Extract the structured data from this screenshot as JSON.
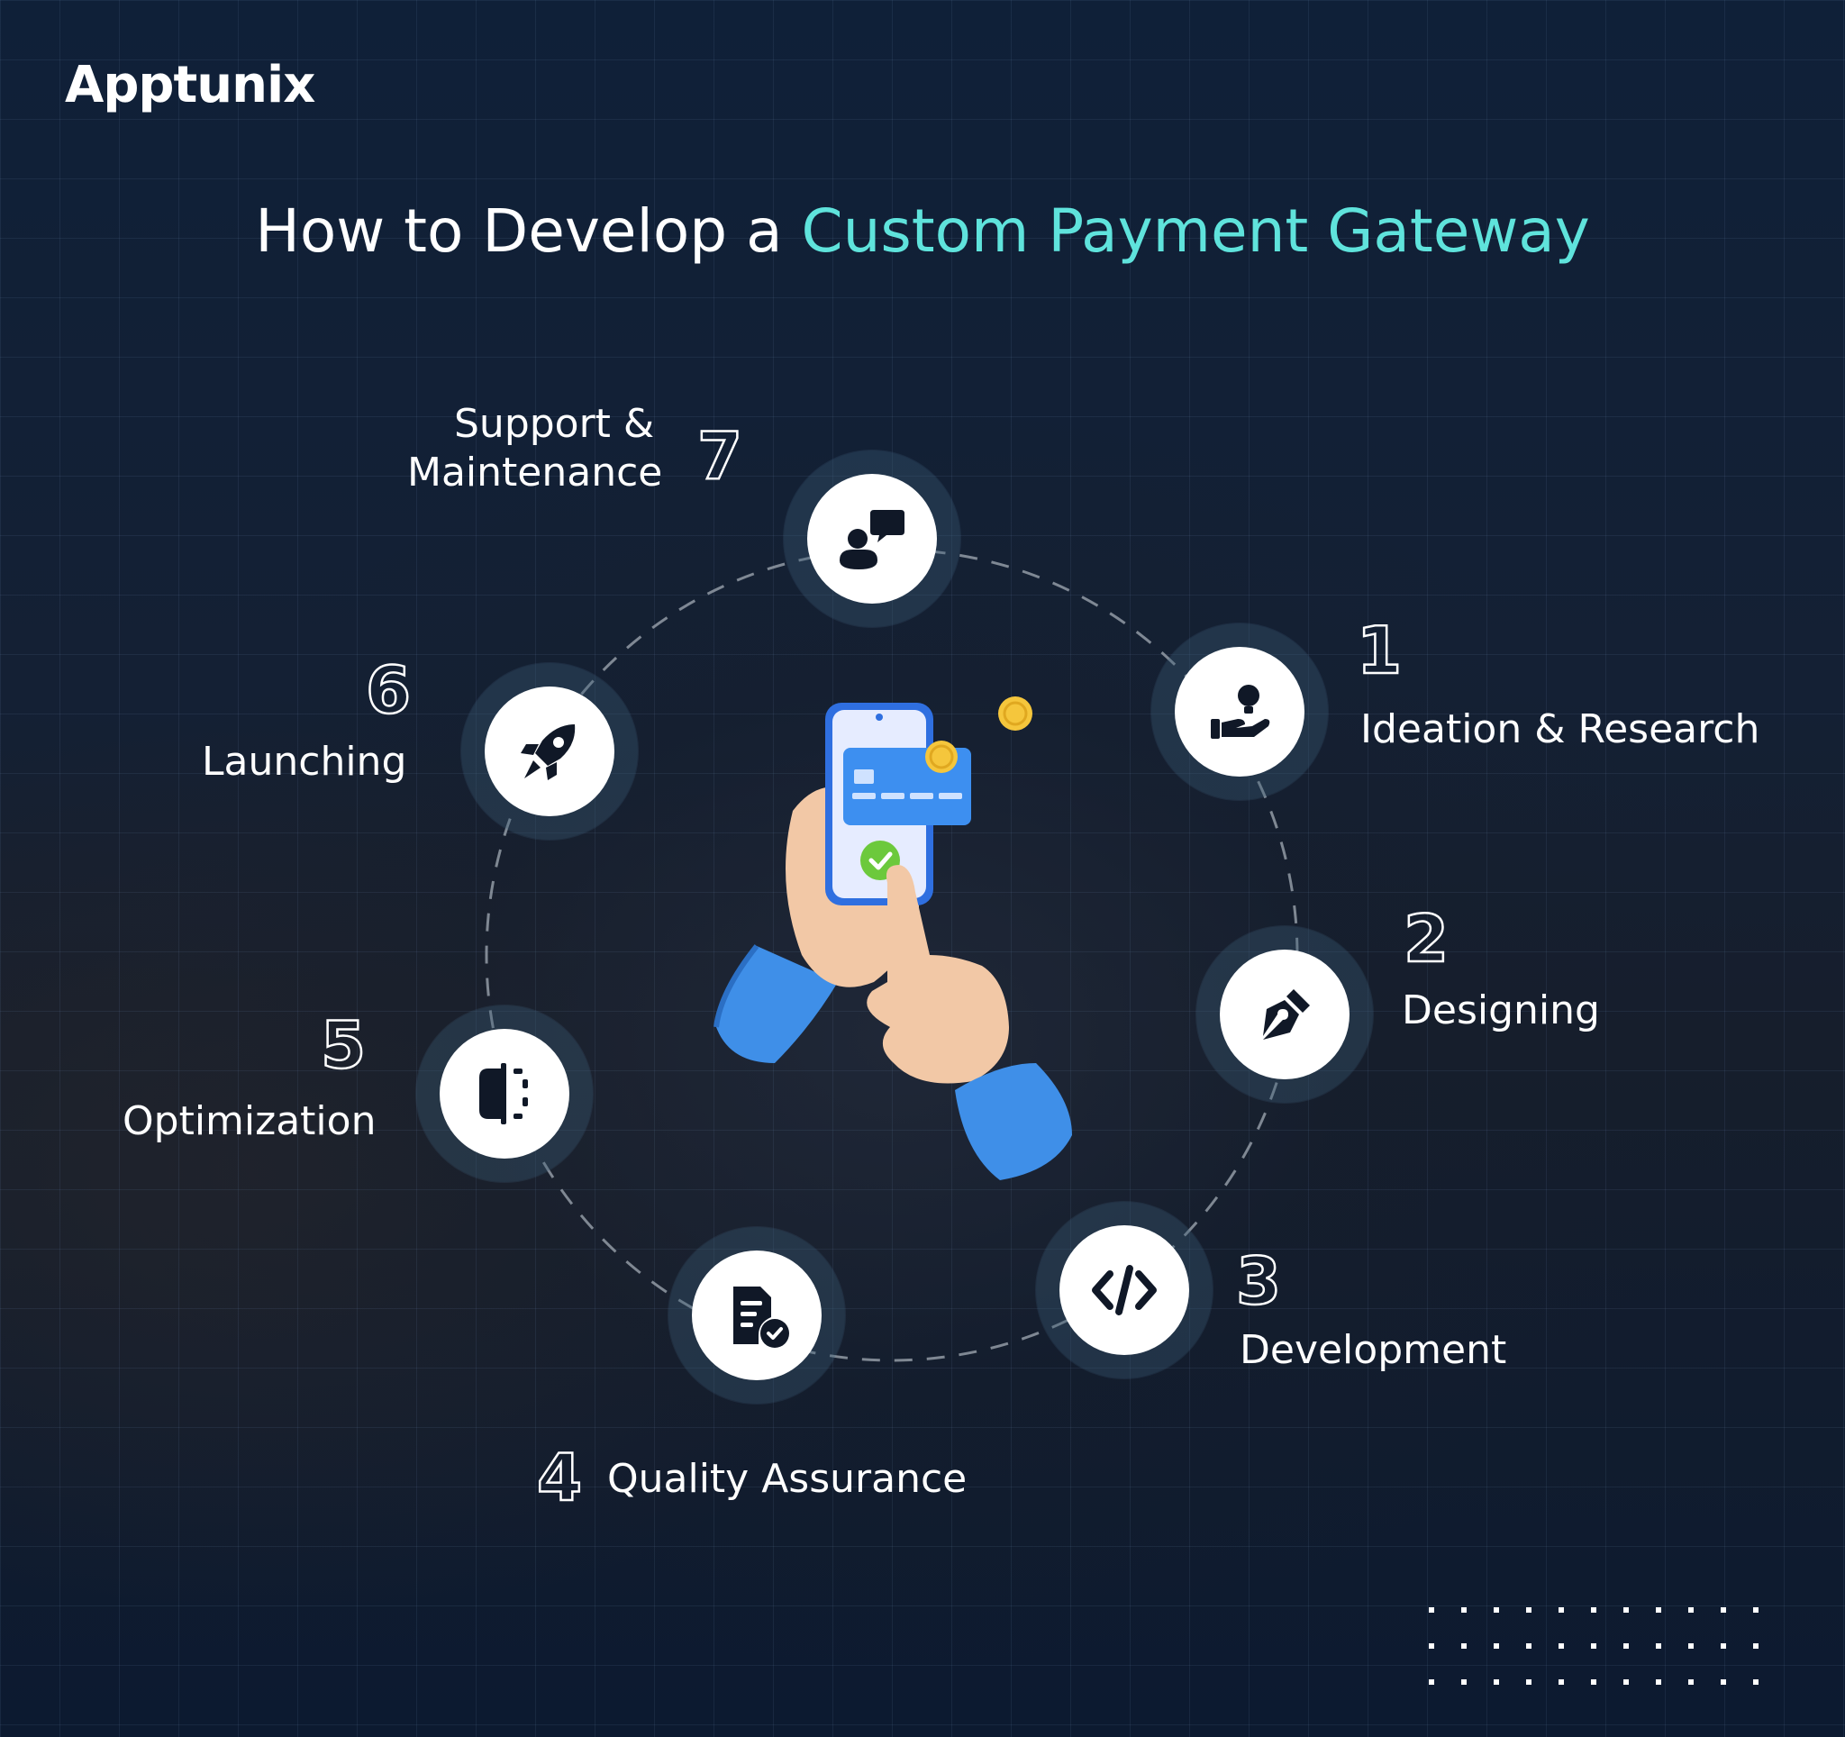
{
  "brand": {
    "name": "Apptunix"
  },
  "title": {
    "prefix": "How to Develop a ",
    "accent": "Custom Payment Gateway"
  },
  "colors": {
    "accent": "#5fe3dc",
    "background": "#12203a",
    "icon": "#101827",
    "ring": "#9aa3ad"
  },
  "steps": [
    {
      "number": "1",
      "label": "Ideation & Research",
      "icon": "hand-lightbulb-icon"
    },
    {
      "number": "2",
      "label": "Designing",
      "icon": "pen-nib-icon"
    },
    {
      "number": "3",
      "label": "Development",
      "icon": "code-icon"
    },
    {
      "number": "4",
      "label": "Quality Assurance",
      "icon": "document-check-icon"
    },
    {
      "number": "5",
      "label": "Optimization",
      "icon": "split-bracket-icon"
    },
    {
      "number": "6",
      "label": "Launching",
      "icon": "rocket-icon"
    },
    {
      "number": "7",
      "label": "Support & Maintenance",
      "label_line1": "Support &",
      "label_line2": "Maintenance",
      "icon": "support-chat-icon"
    }
  ]
}
